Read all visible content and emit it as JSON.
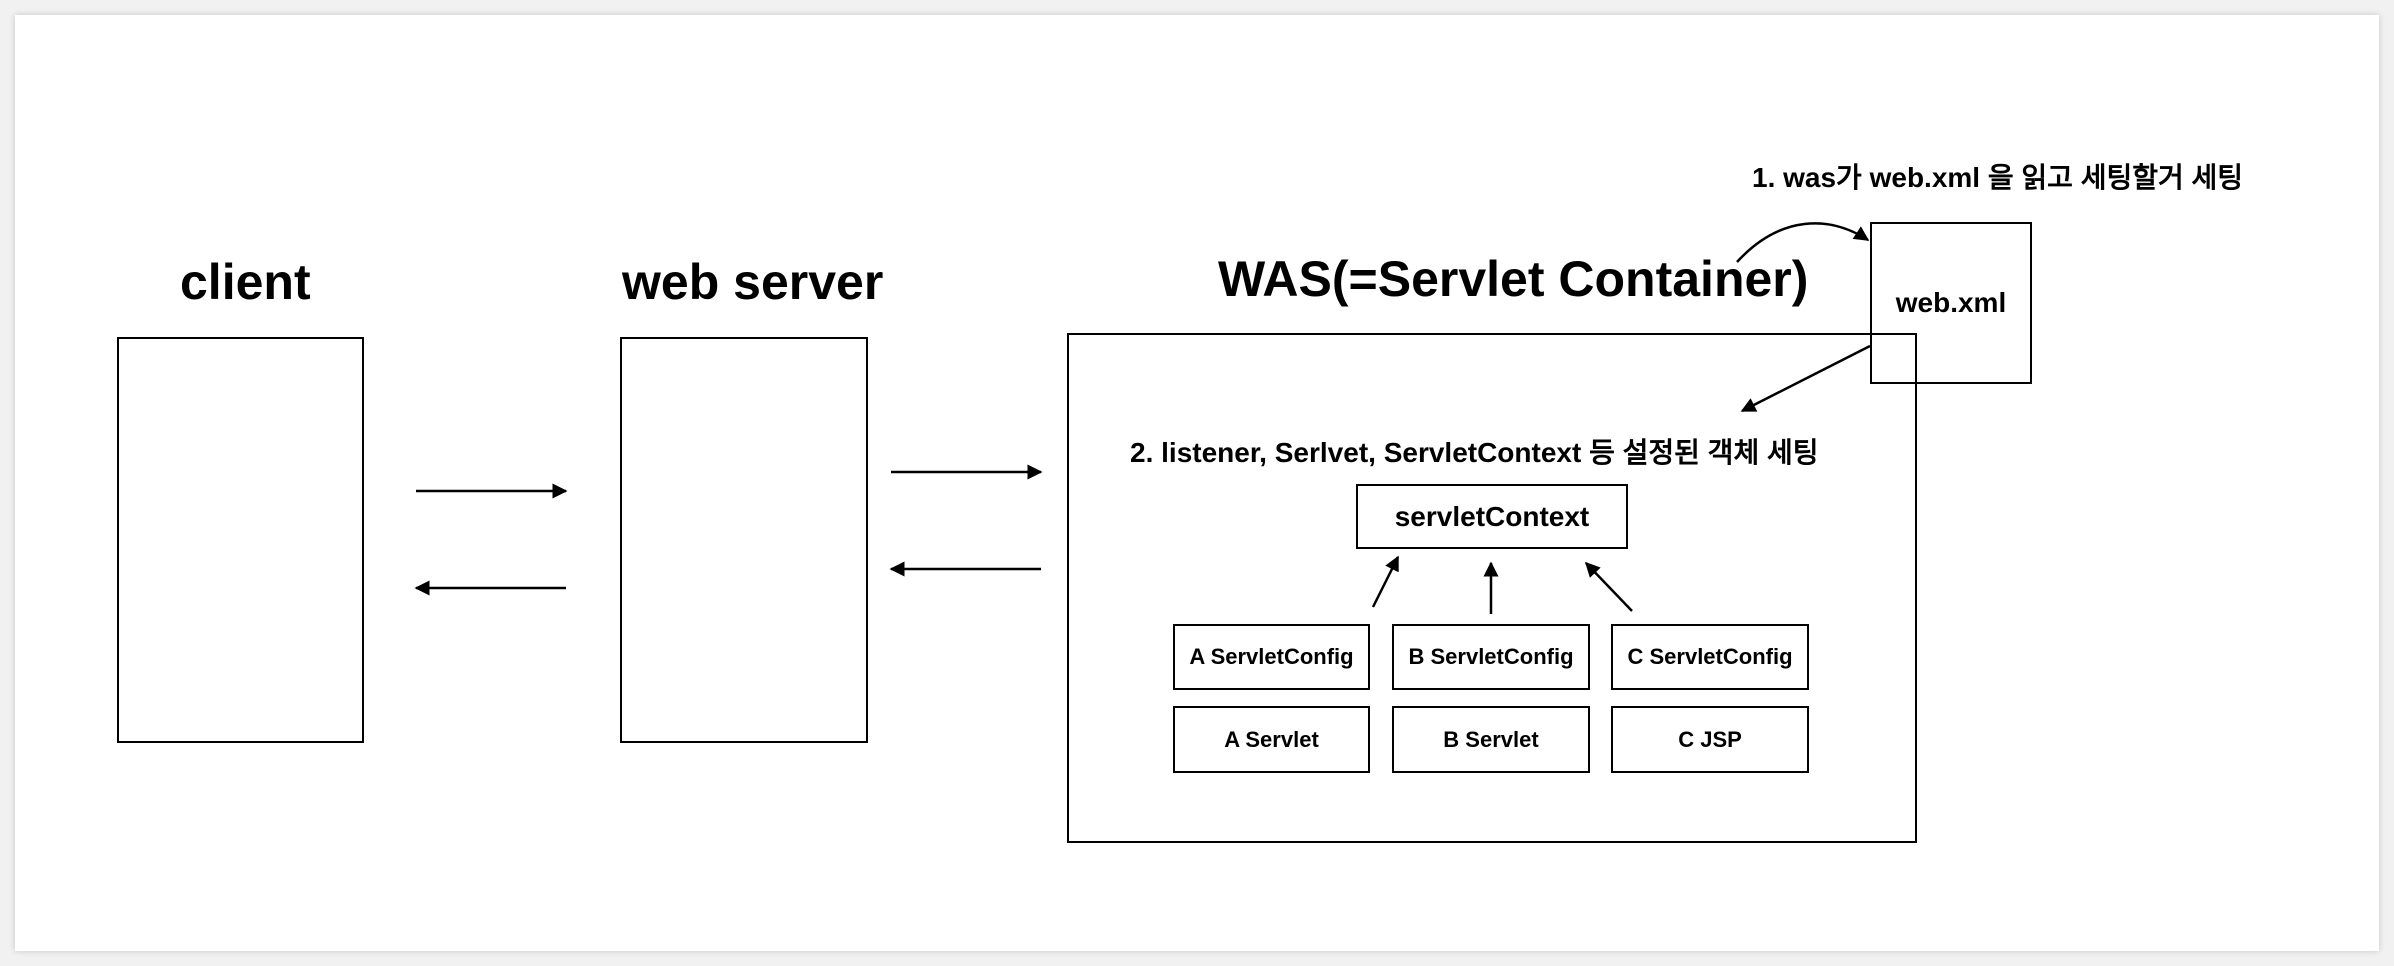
{
  "diagram": {
    "client": {
      "title": "client"
    },
    "web_server": {
      "title": "web server"
    },
    "was": {
      "title": "WAS(=Servlet Container)",
      "step2_note": "2. listener, Serlvet, ServletContext 등 설정된 객체 세팅",
      "servlet_context": "servletContext",
      "configs": [
        "A ServletConfig",
        "B ServletConfig",
        "C ServletConfig"
      ],
      "servlets": [
        "A Servlet",
        "B Servlet",
        "C JSP"
      ]
    },
    "web_xml": {
      "label": "web.xml",
      "step1_note": "1. was가 web.xml 을 읽고 세팅할거 세팅"
    }
  }
}
